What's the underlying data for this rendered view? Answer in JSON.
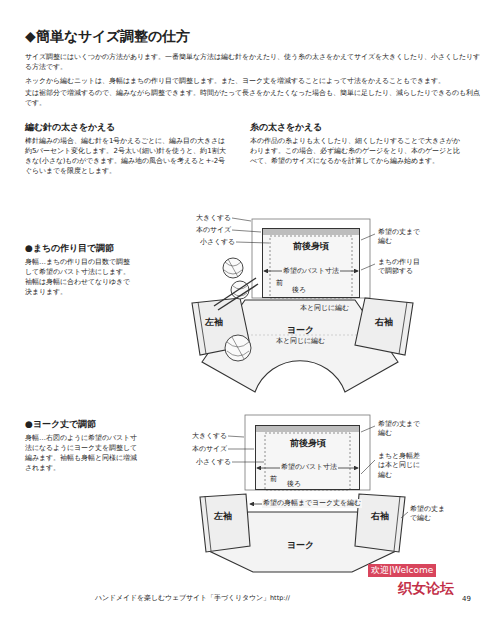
{
  "diagram": {
    "title": "◆簡単なサイズ調整の仕方",
    "nodes": [
      {
        "text": [
          "前後身頃"
        ]
      },
      {
        "text": [
          "左袖"
        ]
      },
      {
        "text": [
          "ヨーク",
          "本と同じに編む"
        ]
      },
      {
        "text": [
          "右袖"
        ]
      },
      {
        "text": [
          "前後身頃"
        ]
      },
      {
        "text": [
          "左袖"
        ]
      },
      {
        "text": [
          "右袖"
        ]
      },
      {
        "text": [
          "ヨーク"
        ]
      }
    ],
    "labels": [
      "サイズ調整にはいくつかの方法があります。一番簡単な方法は編む針をかえたり、使う糸の太さをかえてサイズを大きくしたり、小さくしたりする方法です。",
      "ネックから編むニットは、身幅はまちの作り目で調整します。また、ヨーク丈を増減することによって寸法をかえることもできます。",
      "丈は裾部分で増減するので、編みながら調整できます。時間がたって長さをかえたくなった場合も、簡単に足したり、減らしたりできるのも利点です。",
      "編む針の太さをかえる",
      "棒針編みの場合、編む針を1号かえるごとに、編み目の大きさは約5パーセント変化します。2号太い(細い)針を使うと、約1割大きな(小さな)ものができます。編み地の風合いを考えると+-2号ぐらいまでを限度とします。",
      "糸の太さをかえる",
      "本の作品の糸よりも太くしたり、細くしたりすることで大きさがかわります。この場合、必ず編む糸のゲージをとり、本のゲージと比べて、希望のサイズになるかを計算してから編み始めます。",
      "●まちの作り目で調節",
      "身幅…まちの作り目の目数で調整して希望のバスト寸法にします。袖幅は身幅に合わせてなりゆきで決まります。",
      "大きくする",
      "本のサイズ",
      "小さくする",
      "希望の丈まで編む",
      "希望のバスト寸法",
      "まちの作り目で調節する",
      "前",
      "後ろ",
      "本と同じに編む",
      "●ヨーク丈で調節",
      "身幅…右図のように希望のバスト寸法になるようにヨーク丈を調整して編みます。袖幅も身幅と同様に増減されます。",
      "大きくする",
      "本のサイズ",
      "小さくする",
      "希望の丈まで編む",
      "希望のバスト寸法",
      "まちと身幅差は本と同じに編む",
      "前",
      "後ろ",
      "希望の身幅までヨーク丈を編む",
      "希望の丈まで編む",
      "ハンドメイドを楽しむウェブサイト「手づくりタウン」http://",
      "欢迎|Welcome",
      "织女论坛",
      "49"
    ]
  }
}
